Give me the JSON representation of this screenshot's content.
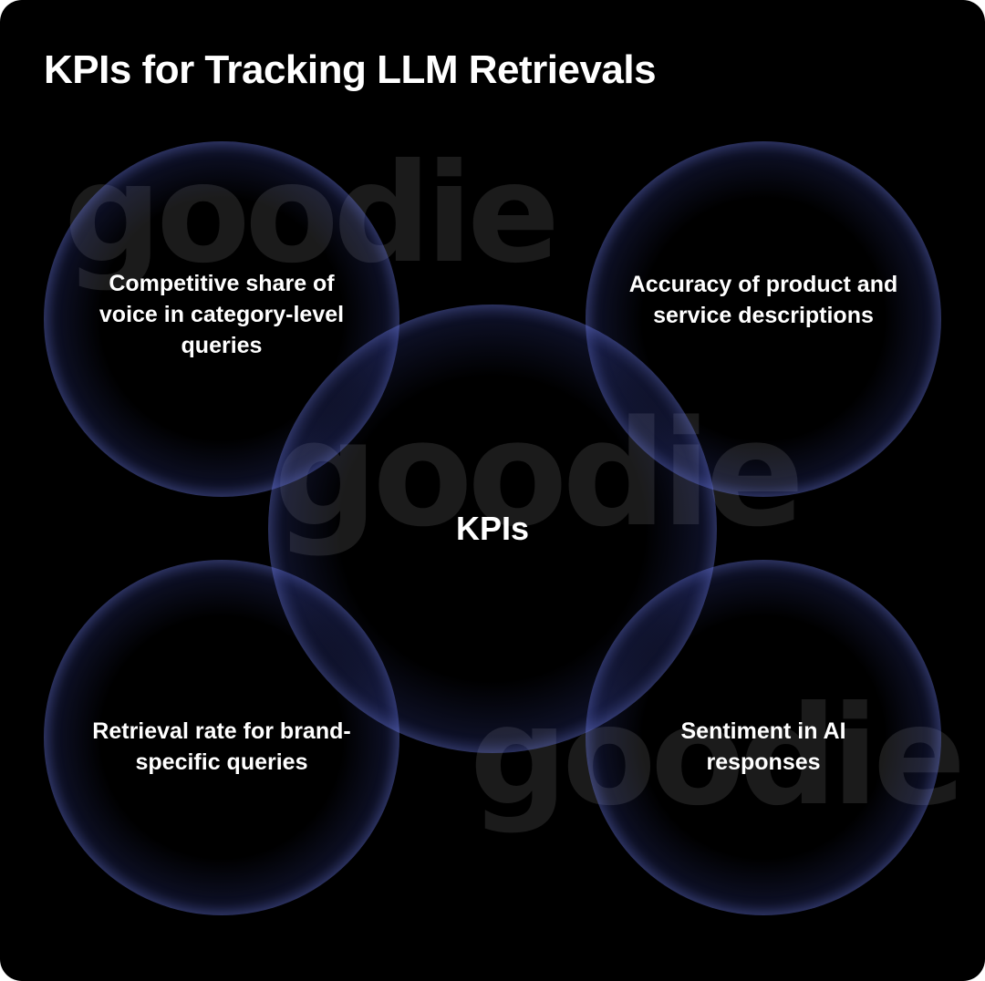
{
  "title": "KPIs for Tracking LLM Retrievals",
  "watermark_text": "goodie",
  "center": {
    "label": "KPIs"
  },
  "nodes": [
    {
      "position": "top-left",
      "label": "Competitive share of voice in category-level queries"
    },
    {
      "position": "top-right",
      "label": "Accuracy of product and service descriptions"
    },
    {
      "position": "bottom-left",
      "label": "Retrieval rate for brand-specific queries"
    },
    {
      "position": "bottom-right",
      "label": "Sentiment in AI responses"
    }
  ],
  "colors": {
    "background": "#000000",
    "circle_glow": "#7080FA",
    "text": "#FFFFFF",
    "watermark": "#1B1B1B"
  }
}
